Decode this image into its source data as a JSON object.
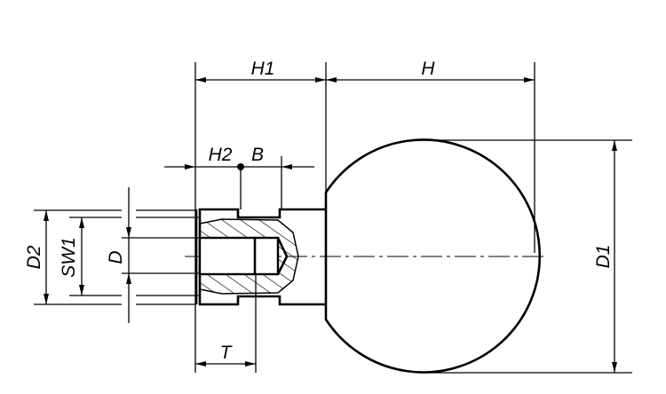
{
  "title": "Ball knob technical drawing",
  "labels": {
    "H1": "H1",
    "H": "H",
    "H2": "H2",
    "B": "B",
    "D2": "D2",
    "SW1": "SW1",
    "D": "D",
    "D1": "D1",
    "T": "T"
  },
  "colors": {
    "line": "#000000",
    "background": "#ffffff"
  }
}
